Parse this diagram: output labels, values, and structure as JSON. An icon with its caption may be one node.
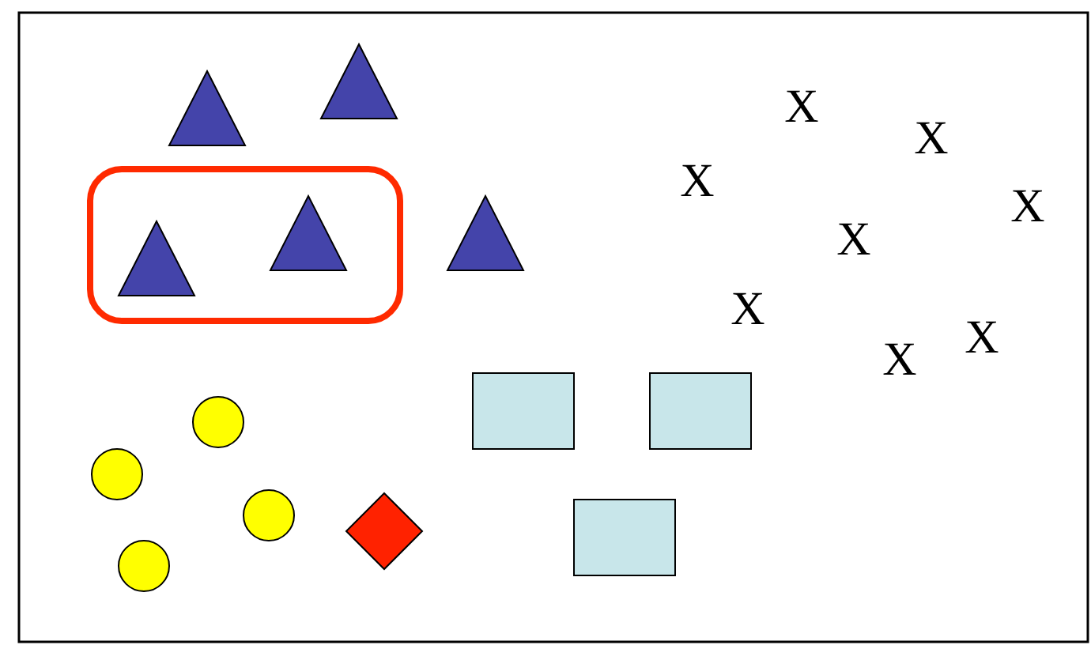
{
  "diagram": {
    "labels": [
      "X",
      "X",
      "X",
      "X",
      "X",
      "X",
      "X",
      "X"
    ]
  }
}
